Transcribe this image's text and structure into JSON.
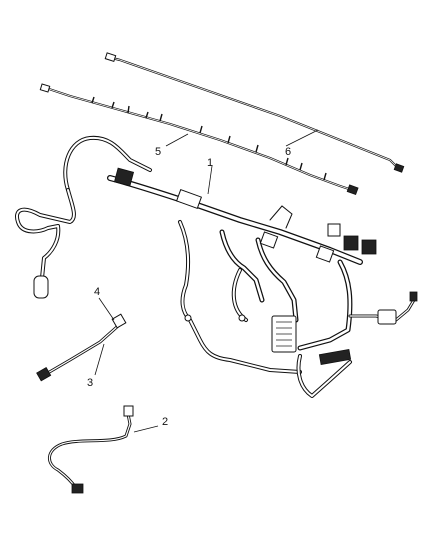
{
  "callouts": [
    {
      "id": "1",
      "label": "1"
    },
    {
      "id": "2",
      "label": "2"
    },
    {
      "id": "3",
      "label": "3"
    },
    {
      "id": "4",
      "label": "4"
    },
    {
      "id": "5",
      "label": "5"
    },
    {
      "id": "6",
      "label": "6"
    }
  ],
  "parts": [
    {
      "callout": "1",
      "name": "instrument-panel-wiring-harness"
    },
    {
      "callout": "2",
      "name": "jumper-wire"
    },
    {
      "callout": "3",
      "name": "jumper-wire"
    },
    {
      "callout": "4",
      "name": "jumper-connector"
    },
    {
      "callout": "5",
      "name": "long-harness-with-clips"
    },
    {
      "callout": "6",
      "name": "long-harness"
    }
  ]
}
